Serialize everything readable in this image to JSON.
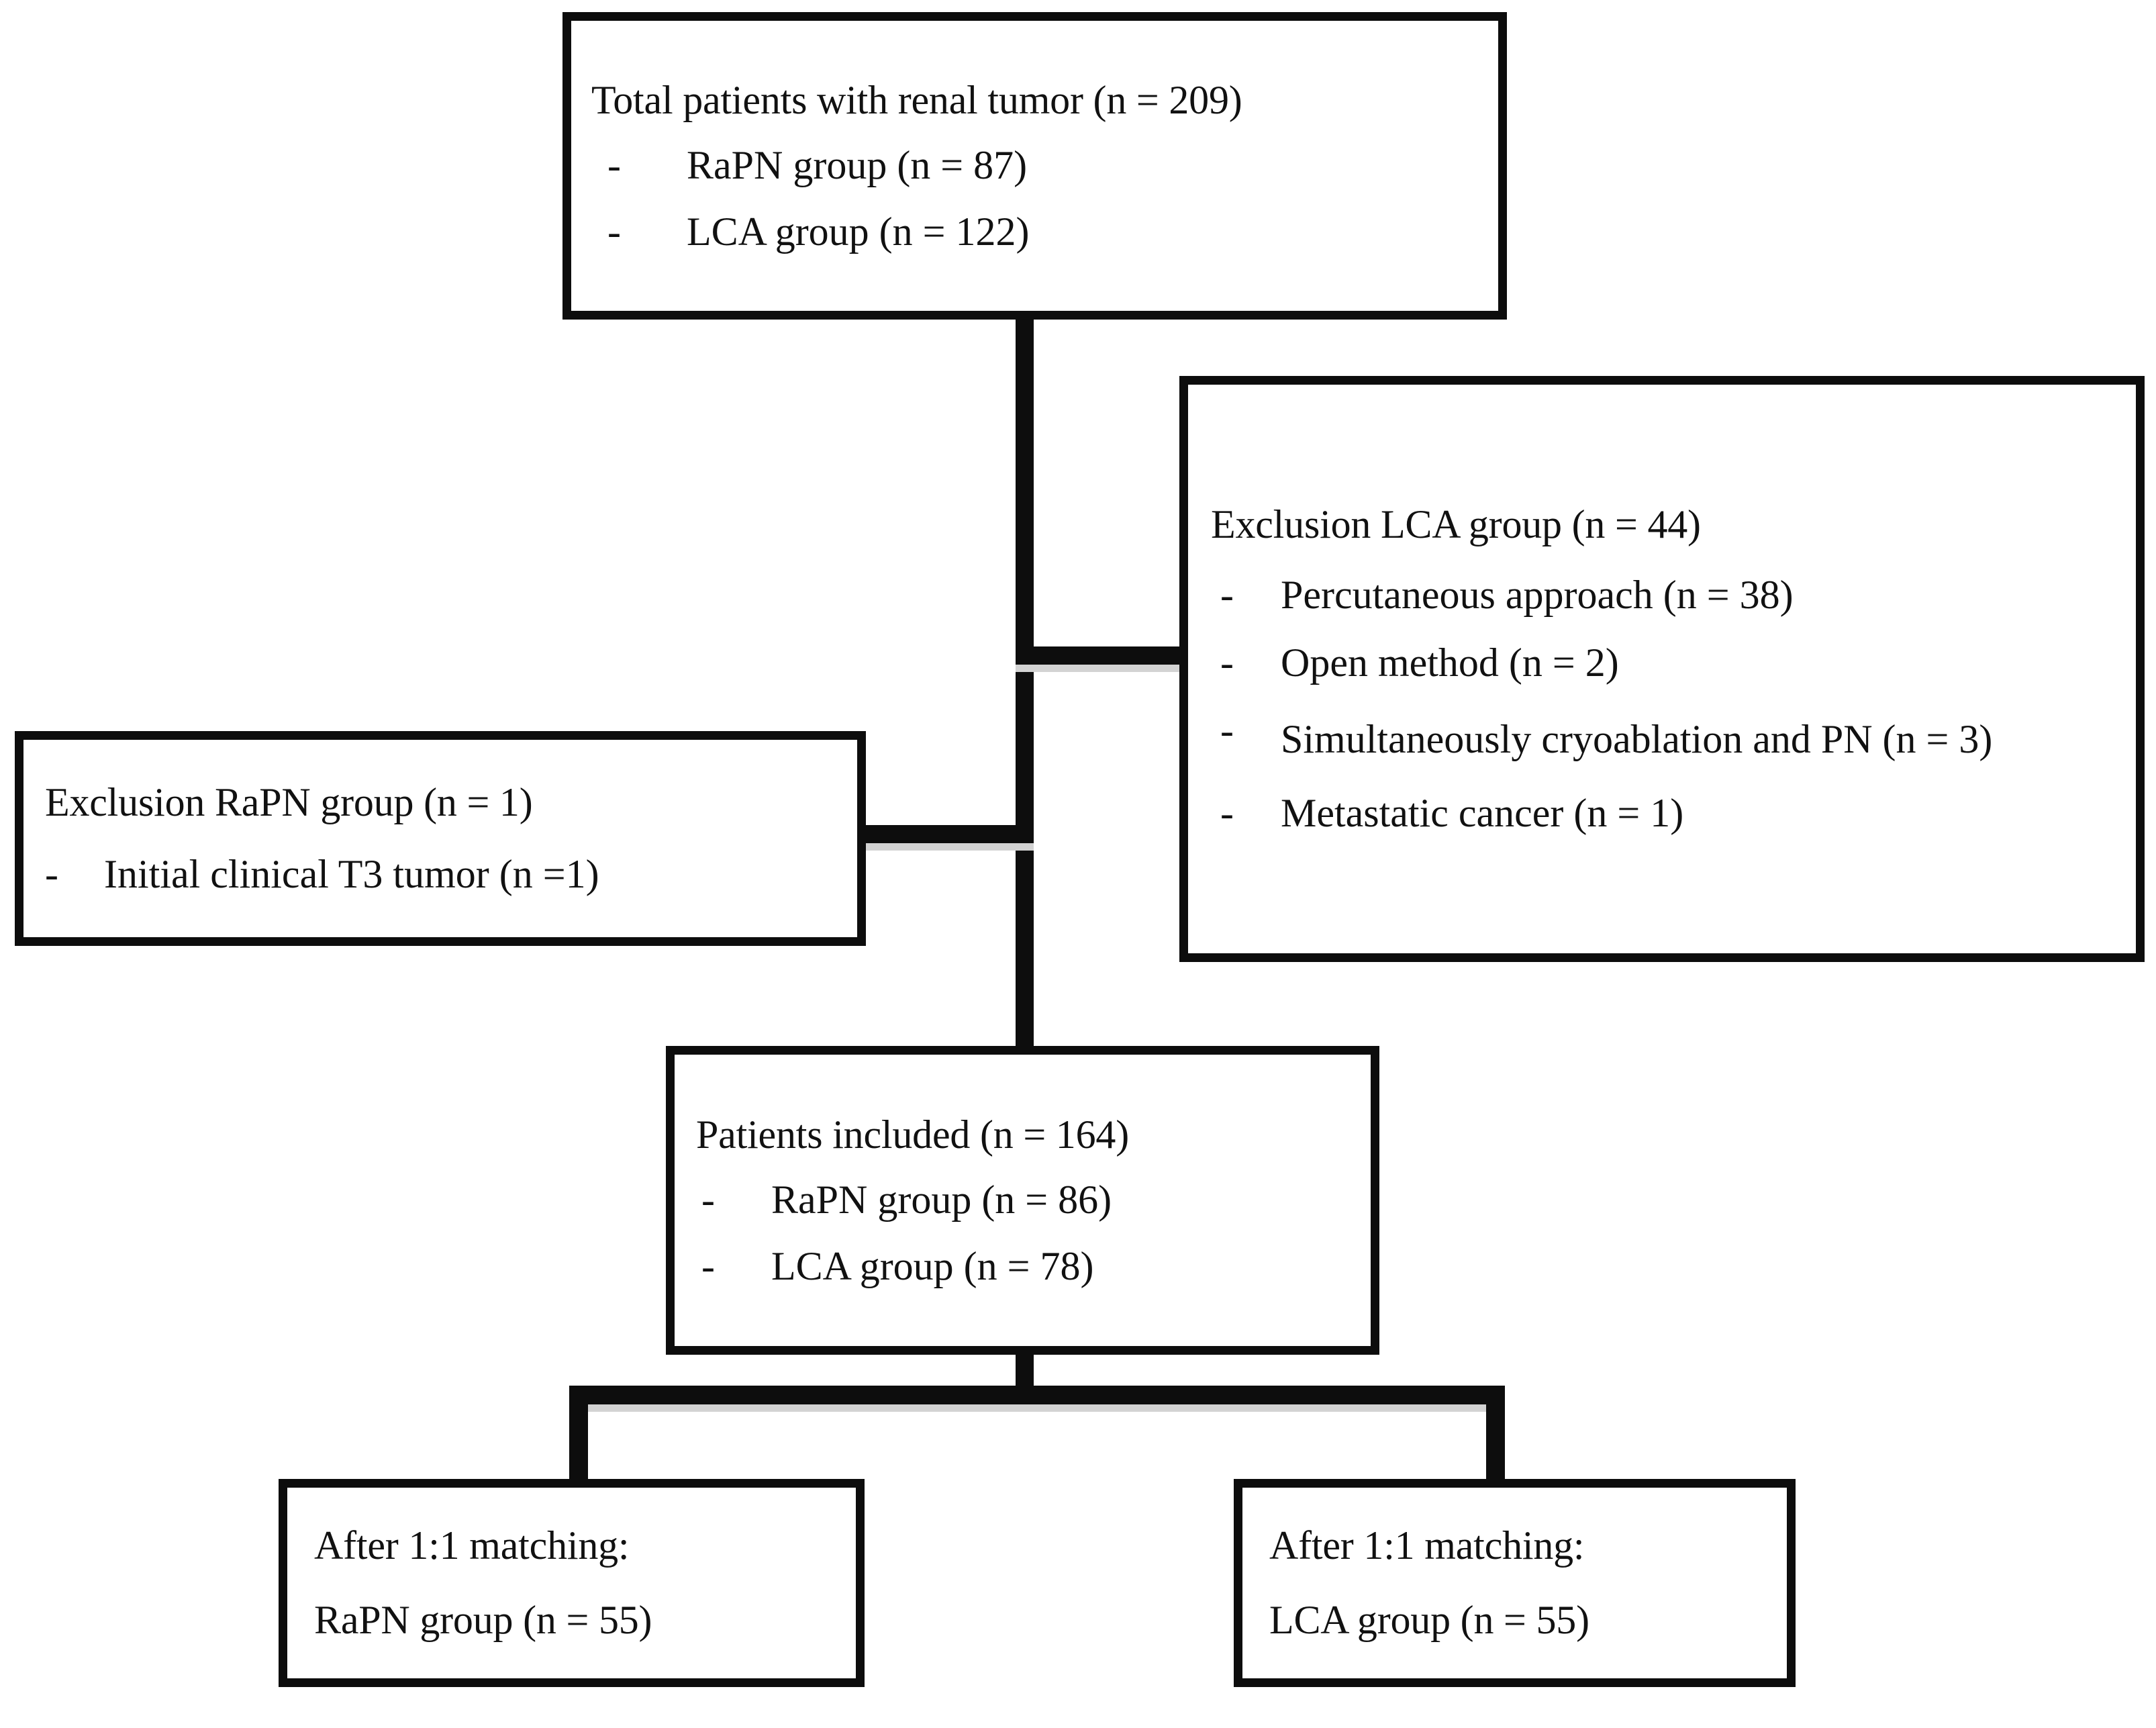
{
  "diagram": {
    "type": "patient-flow-consort-diagram",
    "nodes": {
      "total": {
        "title": "Total patients with renal tumor (n = 209)",
        "bullet_glyph": "-",
        "items": [
          "RaPN group (n = 87)",
          "LCA group (n = 122)"
        ]
      },
      "exclusion_lca": {
        "title": "Exclusion LCA group (n = 44)",
        "bullet_glyph": "-",
        "items": [
          "Percutaneous approach (n = 38)",
          "Open method (n = 2)",
          "Simultaneously cryoablation and PN (n = 3)",
          "Metastatic cancer (n = 1)"
        ]
      },
      "exclusion_rapn": {
        "title": "Exclusion RaPN group (n = 1)",
        "bullet_glyph": "-",
        "items": [
          "Initial clinical T3 tumor (n =1)"
        ]
      },
      "included": {
        "title": "Patients included (n = 164)",
        "bullet_glyph": "-",
        "items": [
          "RaPN group (n = 86)",
          "LCA group (n = 78)"
        ]
      },
      "matched_rapn": {
        "line1": "After 1:1 matching:",
        "line2": "RaPN group (n = 55)"
      },
      "matched_lca": {
        "line1": "After 1:1 matching:",
        "line2": "LCA group (n = 55)"
      }
    },
    "colors": {
      "stroke": "#0d0d0d",
      "shadow": "#d3d3d3",
      "background": "#ffffff",
      "text": "#111111"
    }
  }
}
